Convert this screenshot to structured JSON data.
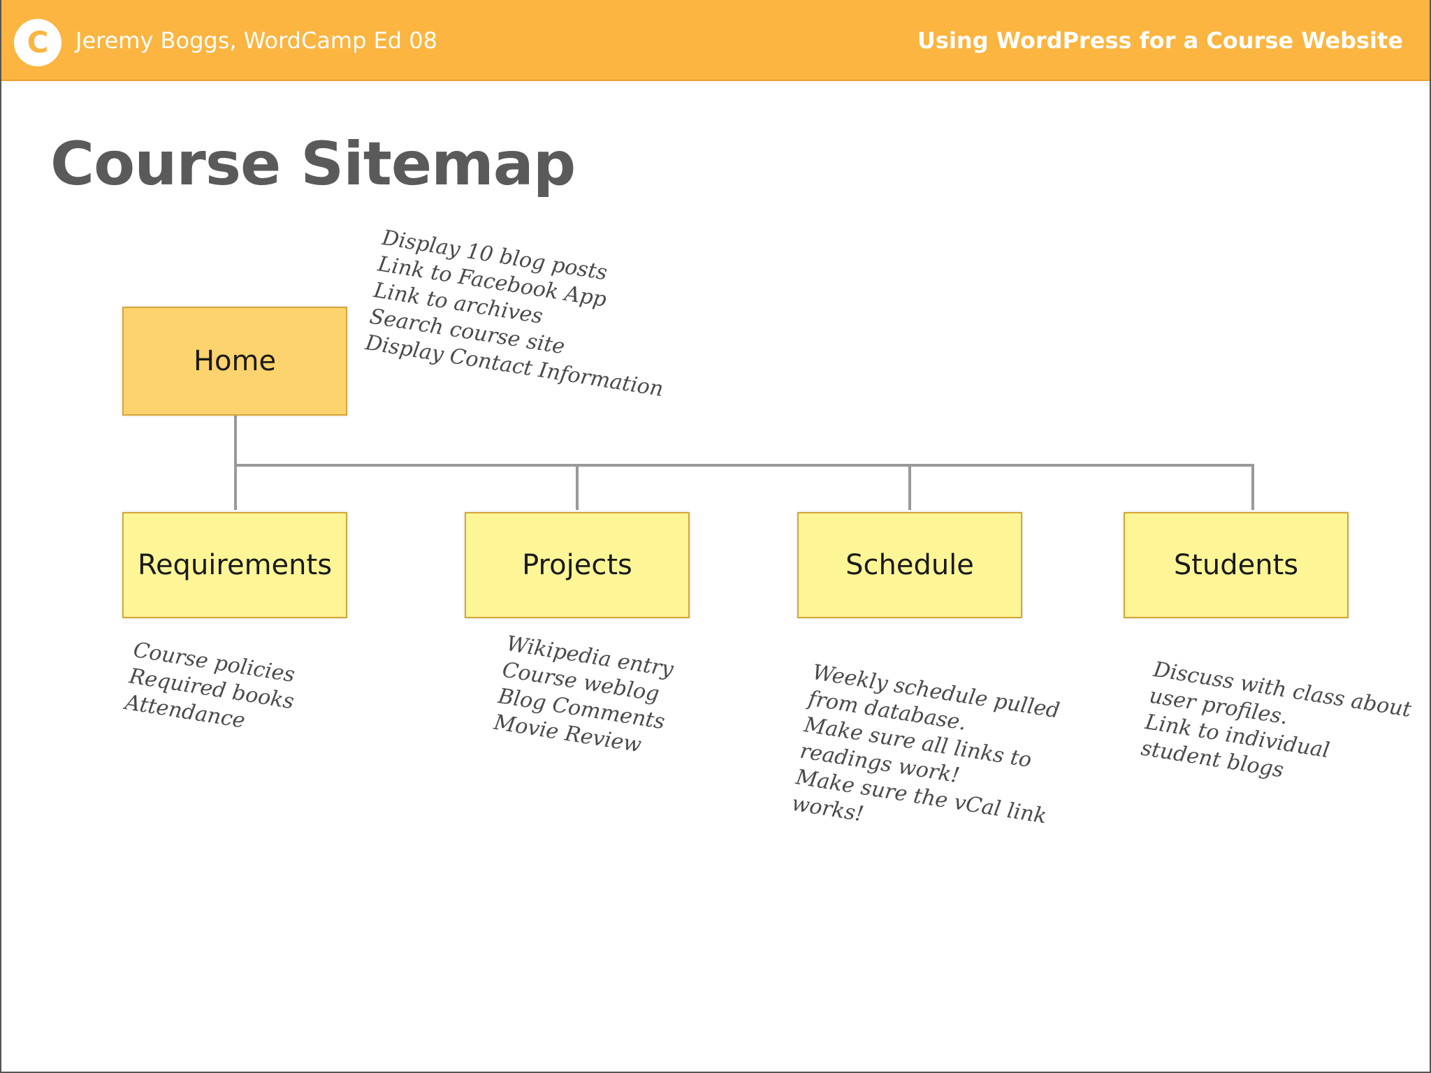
{
  "header": {
    "logo_letter": "C",
    "presenter": "Jeremy Boggs, WordCamp Ed 08",
    "talk_title": "Using WordPress for a Course Website"
  },
  "page": {
    "title": "Course Sitemap"
  },
  "colors": {
    "header_bar": "#fbb540",
    "home_box": "#fdd36d",
    "child_box": "#fef696",
    "connector": "#999999",
    "title_text": "#5a5a5a"
  },
  "sitemap": {
    "home": {
      "label": "Home",
      "notes": [
        "Display 10 blog posts",
        "Link to Facebook App",
        "Link to archives",
        "Search course site",
        "Display Contact Information"
      ]
    },
    "children": [
      {
        "label": "Requirements",
        "notes": [
          "Course policies",
          "Required books",
          "Attendance"
        ]
      },
      {
        "label": "Projects",
        "notes": [
          "Wikipedia entry",
          "Course weblog",
          "Blog Comments",
          "Movie Review"
        ]
      },
      {
        "label": "Schedule",
        "notes": [
          "Weekly schedule pulled",
          "from database.",
          "Make sure all links to",
          "readings work!",
          "Make sure the vCal link",
          "works!"
        ]
      },
      {
        "label": "Students",
        "notes": [
          "Discuss with class about",
          "user profiles.",
          "Link to individual",
          "student blogs"
        ]
      }
    ]
  }
}
